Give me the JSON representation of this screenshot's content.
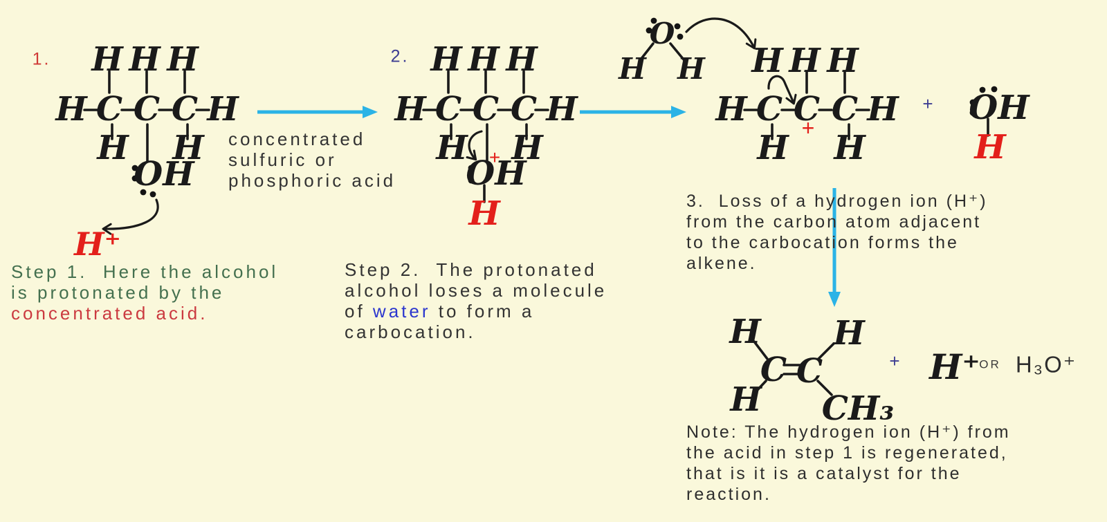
{
  "colors": {
    "background": "#FAF8DB",
    "ink": "#1A1A1A",
    "reaction_arrow_blue": "#2BB3E6",
    "structure_red": "#E3201B",
    "caption_red": "#CB3A40",
    "caption_green": "#44704F",
    "number_navy": "#3D3D92",
    "water_blue": "#2B36CE",
    "caption_gray": "#333333"
  },
  "sym": {
    "H": "H",
    "C": "C",
    "O": "O",
    "OH": "OH",
    "CH3": "CH₃",
    "plus_charge": "+"
  },
  "misc": {
    "plus": "+"
  },
  "step1": {
    "number": "1.",
    "hplus_ion": "H⁺",
    "caption": {
      "line1": "Step 1.  Here the alcohol",
      "line2": "is protonated by the",
      "line3": "concentrated acid."
    }
  },
  "arrow1_label": {
    "line1": "concentrated",
    "line2": "sulfuric or",
    "line3": "phosphoric acid"
  },
  "step2": {
    "number": "2.",
    "caption": {
      "line1": "Step 2.  The protonated",
      "line2": "alcohol loses a molecule",
      "line3_pre": "of",
      "line3_word": "water",
      "line3_post": "to form a",
      "line4": "carbocation."
    }
  },
  "step3": {
    "caption": {
      "line1": "3.  Loss of a hydrogen ion (H⁺)",
      "line2": "from the carbon atom adjacent",
      "line3": "to the carbocation forms the",
      "line4": "alkene."
    }
  },
  "products": {
    "hplus": "H⁺",
    "or_label": "OR",
    "hydronium": "H₃O⁺"
  },
  "note": {
    "line1": "Note: The hydrogen ion (H⁺) from",
    "line2": "the acid in step 1 is regenerated,",
    "line3": "that is it is a catalyst for the",
    "line4": "reaction."
  }
}
